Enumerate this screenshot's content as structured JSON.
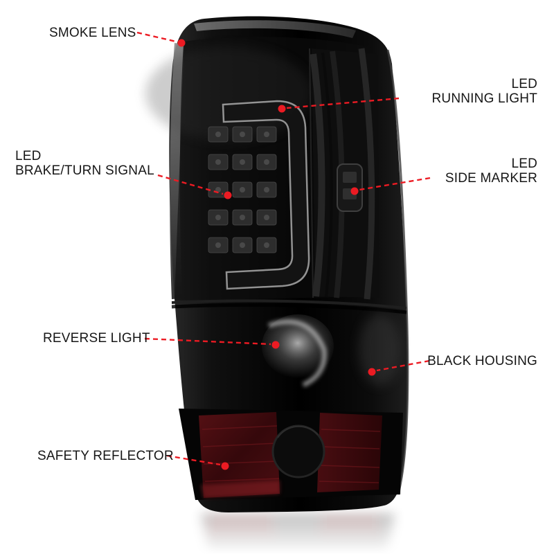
{
  "colors": {
    "background": "#ffffff",
    "callout_line": "#ec1b23",
    "label_text": "#161616"
  },
  "callouts": {
    "smoke_lens": {
      "lines": [
        "SMOKE LENS"
      ]
    },
    "led_running_light": {
      "lines": [
        "LED",
        "RUNNING LIGHT"
      ]
    },
    "led_brake_turn_signal": {
      "lines": [
        "LED",
        "BRAKE/TURN SIGNAL"
      ]
    },
    "led_side_marker": {
      "lines": [
        "LED",
        "SIDE MARKER"
      ]
    },
    "reverse_light": {
      "lines": [
        "REVERSE LIGHT"
      ]
    },
    "black_housing": {
      "lines": [
        "BLACK HOUSING"
      ]
    },
    "safety_reflector": {
      "lines": [
        "SAFETY REFLECTOR"
      ]
    }
  }
}
